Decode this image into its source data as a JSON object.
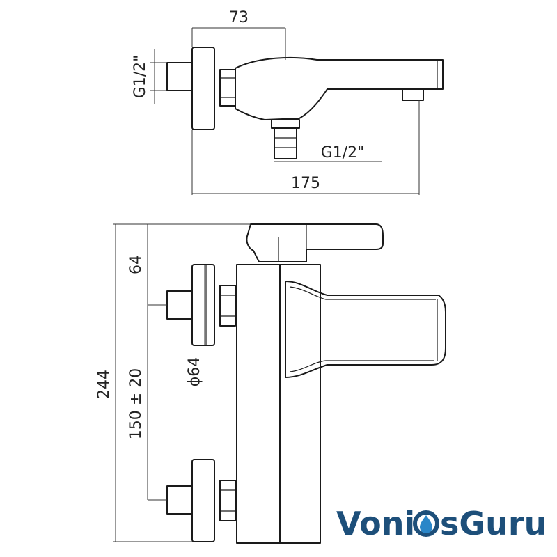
{
  "top_view": {
    "dim_width_top": "73",
    "dim_inlet_vertical": "G1/2\"",
    "dim_outlet": "G1/2\"",
    "dim_total_length": "175"
  },
  "front_view": {
    "dim_upper": "64",
    "dim_total_height": "244",
    "dim_center_distance": "150 ± 20",
    "dim_diameter": "ϕ64"
  },
  "logo": {
    "text_left": "Voni",
    "text_right": "sGuru",
    "brand_color": "#1d4f7a",
    "drop_color": "#2a86c8"
  }
}
